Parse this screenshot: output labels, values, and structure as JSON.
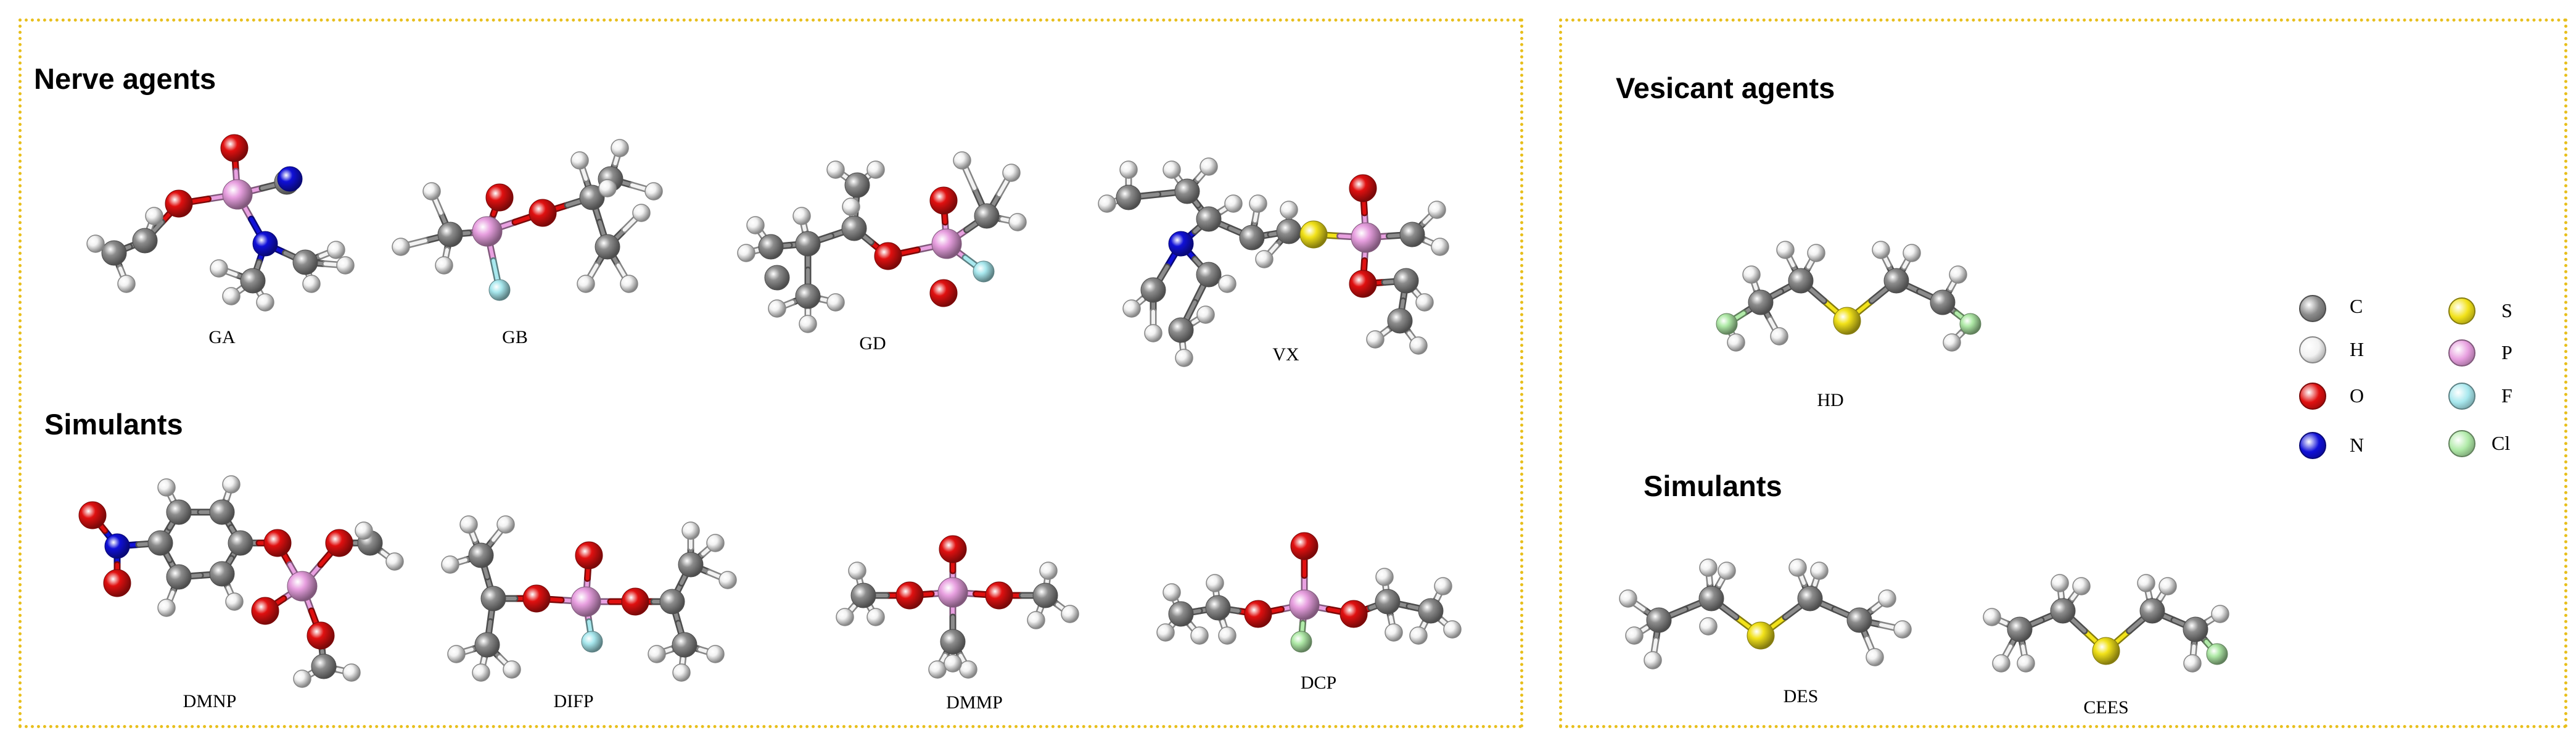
{
  "sections": {
    "nerve_agents": "Nerve agents",
    "nerve_simulants": "Simulants",
    "vesicant_agents": "Vesicant agents",
    "vesicant_simulants": "Simulants"
  },
  "molecules": {
    "GA": "GA",
    "GB": "GB",
    "GD": "GD",
    "VX": "VX",
    "DMNP": "DMNP",
    "DIFP": "DIFP",
    "DMMP": "DMMP",
    "DCP": "DCP",
    "HD": "HD",
    "DES": "DES",
    "CEES": "CEES"
  },
  "legend": [
    {
      "symbol": "C",
      "color": "#8c8c8c"
    },
    {
      "symbol": "H",
      "color": "#f2f2f2"
    },
    {
      "symbol": "O",
      "color": "#e01010"
    },
    {
      "symbol": "N",
      "color": "#1010d8"
    },
    {
      "symbol": "S",
      "color": "#f2e21a"
    },
    {
      "symbol": "P",
      "color": "#e8a0e0"
    },
    {
      "symbol": "F",
      "color": "#a8e8ee"
    },
    {
      "symbol": "Cl",
      "color": "#b0eaa8"
    }
  ]
}
